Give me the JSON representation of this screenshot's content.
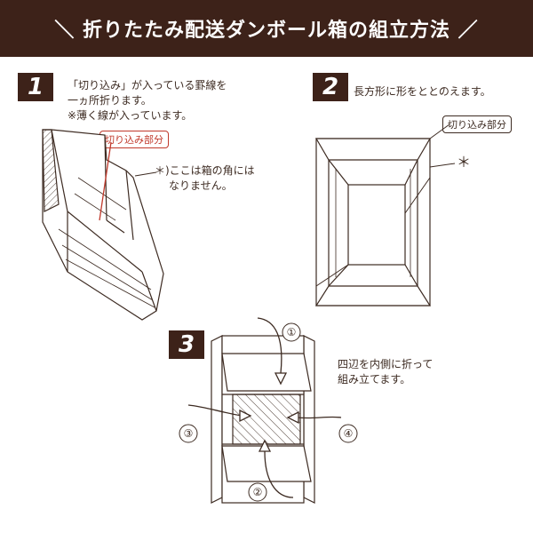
{
  "header": {
    "title": "＼ 折りたたみ配送ダンボール箱の組立方法 ／"
  },
  "steps": {
    "step1": {
      "number": "1",
      "line1": "「切り込み」が入っている罫線を",
      "line2": "一ヵ所折ります。",
      "line3": "※薄く線が入っています。",
      "cut_label": "切り込み部分",
      "note_line1": "＊)ここは箱の角には",
      "note_line2": "なりません。"
    },
    "step2": {
      "number": "2",
      "line1": "長方形に形をととのえます。",
      "cut_label": "切り込み部分",
      "asterisk": "＊"
    },
    "step3": {
      "number": "3",
      "line1": "四辺を内側に折って",
      "line2": "組み立てます。",
      "order": [
        "①",
        "②",
        "③",
        "④"
      ]
    }
  },
  "colors": {
    "header_bg": "#3d2219",
    "line": "#3d2b22",
    "accent_red": "#c0392b"
  }
}
